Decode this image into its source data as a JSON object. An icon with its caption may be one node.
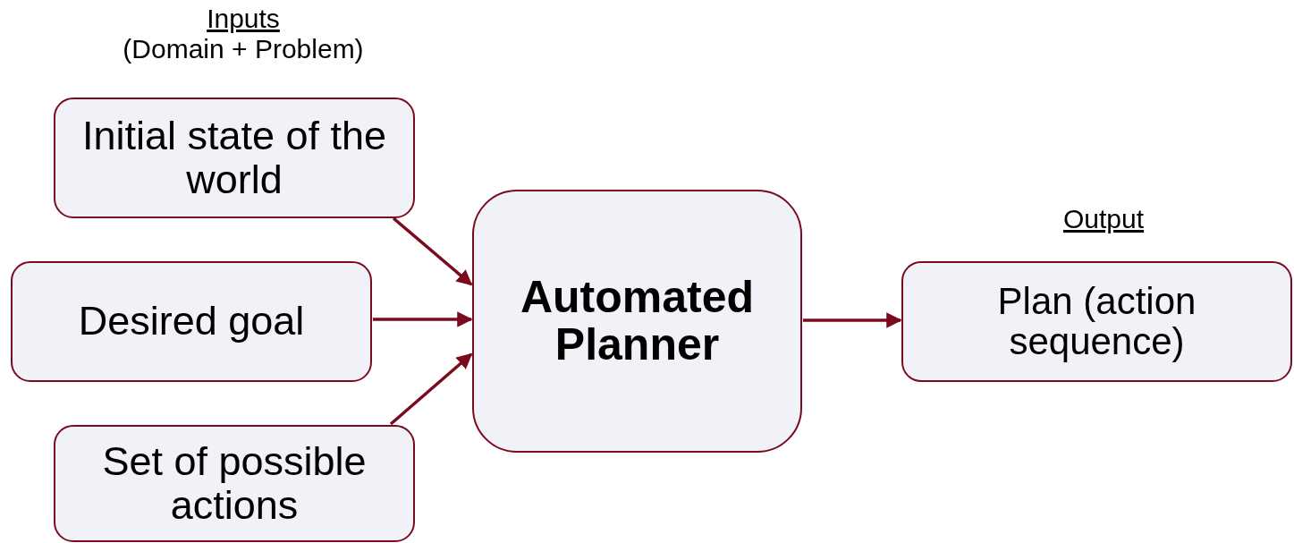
{
  "diagram": {
    "nodes": [
      {
        "text": [
          "Initial state of the world"
        ]
      },
      {
        "text": [
          "Desired goal"
        ]
      },
      {
        "text": [
          "Set of possible actions"
        ]
      },
      {
        "text": [
          "Automated Planner"
        ]
      },
      {
        "text": [
          "Plan (action sequence)"
        ]
      }
    ],
    "edges": [
      {
        "from": 0,
        "to": 3,
        "arrow": "to"
      },
      {
        "from": 1,
        "to": 3,
        "arrow": "to"
      },
      {
        "from": 2,
        "to": 3,
        "arrow": "to"
      },
      {
        "from": 3,
        "to": 4,
        "arrow": "to"
      }
    ],
    "labels": [
      "Inputs",
      "(Domain + Problem)",
      "Output"
    ]
  }
}
